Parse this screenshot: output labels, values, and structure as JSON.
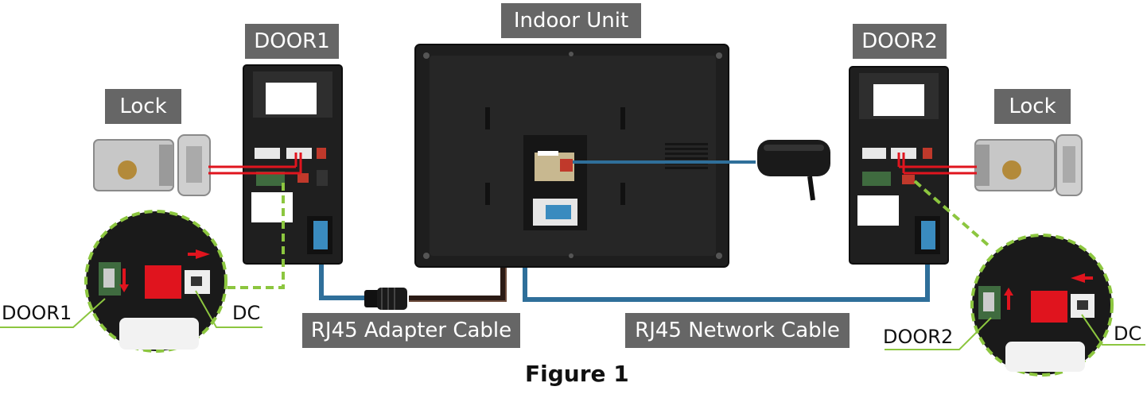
{
  "labels": {
    "indoor_unit": "Indoor Unit",
    "door1": "DOOR1",
    "door2": "DOOR2",
    "lock_left": "Lock",
    "lock_right": "Lock",
    "rj45_adapter_cable": "RJ45 Adapter Cable",
    "rj45_network_cable": "RJ45 Network Cable",
    "callout_door1": "DOOR1",
    "callout_dc_left": "DC",
    "callout_door2": "DOOR2",
    "callout_dc_right": "DC"
  },
  "caption": "Figure 1",
  "colors": {
    "tag_bg": "#666666",
    "device_dark": "#1f1f1f",
    "network_cable": "#2f6f9a",
    "adapter_cable": "#2a1a14",
    "lock_wire": "#e0141e",
    "callout_green": "#8cc63f",
    "arrow_red": "#e0141e"
  }
}
